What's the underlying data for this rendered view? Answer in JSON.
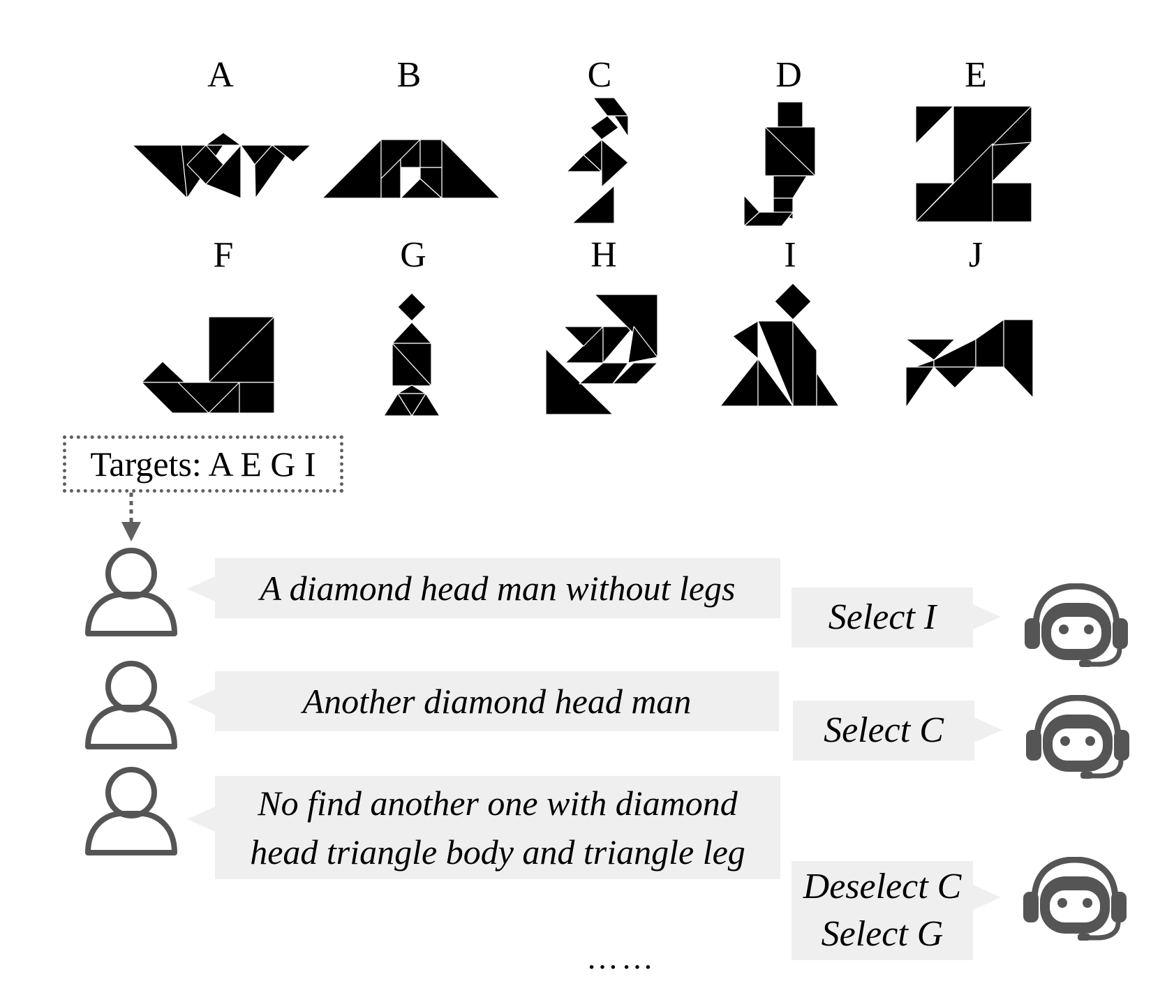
{
  "figures": [
    {
      "letter": "A",
      "name": "tangram-a"
    },
    {
      "letter": "B",
      "name": "tangram-b"
    },
    {
      "letter": "C",
      "name": "tangram-c"
    },
    {
      "letter": "D",
      "name": "tangram-d"
    },
    {
      "letter": "E",
      "name": "tangram-e"
    },
    {
      "letter": "F",
      "name": "tangram-f"
    },
    {
      "letter": "G",
      "name": "tangram-g"
    },
    {
      "letter": "H",
      "name": "tangram-h"
    },
    {
      "letter": "I",
      "name": "tangram-i"
    },
    {
      "letter": "J",
      "name": "tangram-j"
    }
  ],
  "targets_label": "Targets: A E G I",
  "dialogue": {
    "user_messages": [
      {
        "lines": [
          "A diamond head man without legs"
        ]
      },
      {
        "lines": [
          "Another diamond head man"
        ]
      },
      {
        "lines": [
          "No find another one with diamond",
          "head triangle body and triangle leg"
        ]
      }
    ],
    "robot_messages": [
      {
        "lines": [
          "Select I"
        ]
      },
      {
        "lines": [
          "Select C"
        ]
      },
      {
        "lines": [
          "Deselect C",
          "Select G"
        ]
      }
    ],
    "continuation": "……"
  },
  "icons": {
    "user": "user-icon",
    "robot": "robot-headset-icon"
  },
  "colors": {
    "bubble": "#efefef",
    "icon": "#555555",
    "connector": "#606060"
  }
}
